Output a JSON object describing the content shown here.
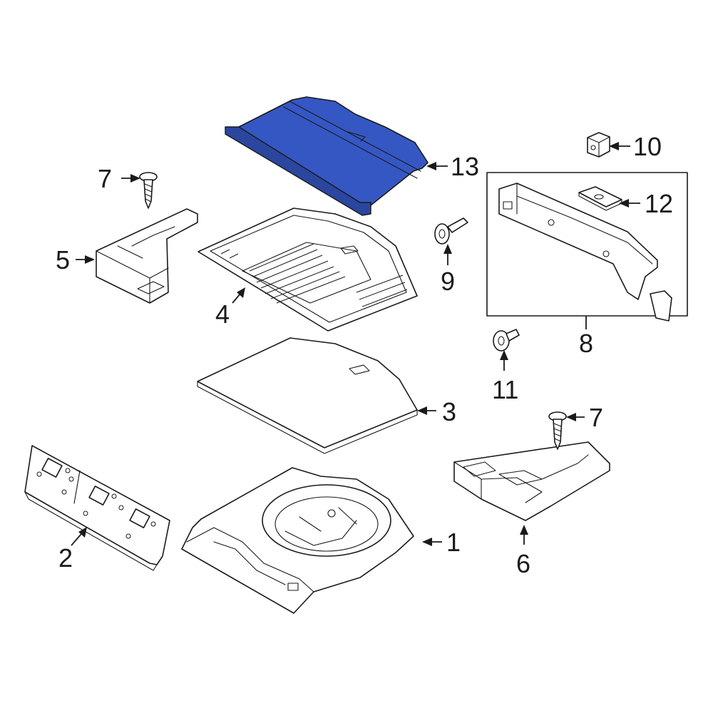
{
  "colors": {
    "highlight": "#3557c4",
    "line": "#1a1a1a",
    "background": "#ffffff"
  },
  "callouts": [
    {
      "id": "c1",
      "label": "1"
    },
    {
      "id": "c2",
      "label": "2"
    },
    {
      "id": "c3",
      "label": "3"
    },
    {
      "id": "c4",
      "label": "4"
    },
    {
      "id": "c5",
      "label": "5"
    },
    {
      "id": "c6",
      "label": "6"
    },
    {
      "id": "c7a",
      "label": "7"
    },
    {
      "id": "c7b",
      "label": "7"
    },
    {
      "id": "c8",
      "label": "8"
    },
    {
      "id": "c9",
      "label": "9"
    },
    {
      "id": "c10",
      "label": "10"
    },
    {
      "id": "c11",
      "label": "11"
    },
    {
      "id": "c12",
      "label": "12"
    },
    {
      "id": "c13",
      "label": "13"
    }
  ],
  "highlighted_part": "13"
}
